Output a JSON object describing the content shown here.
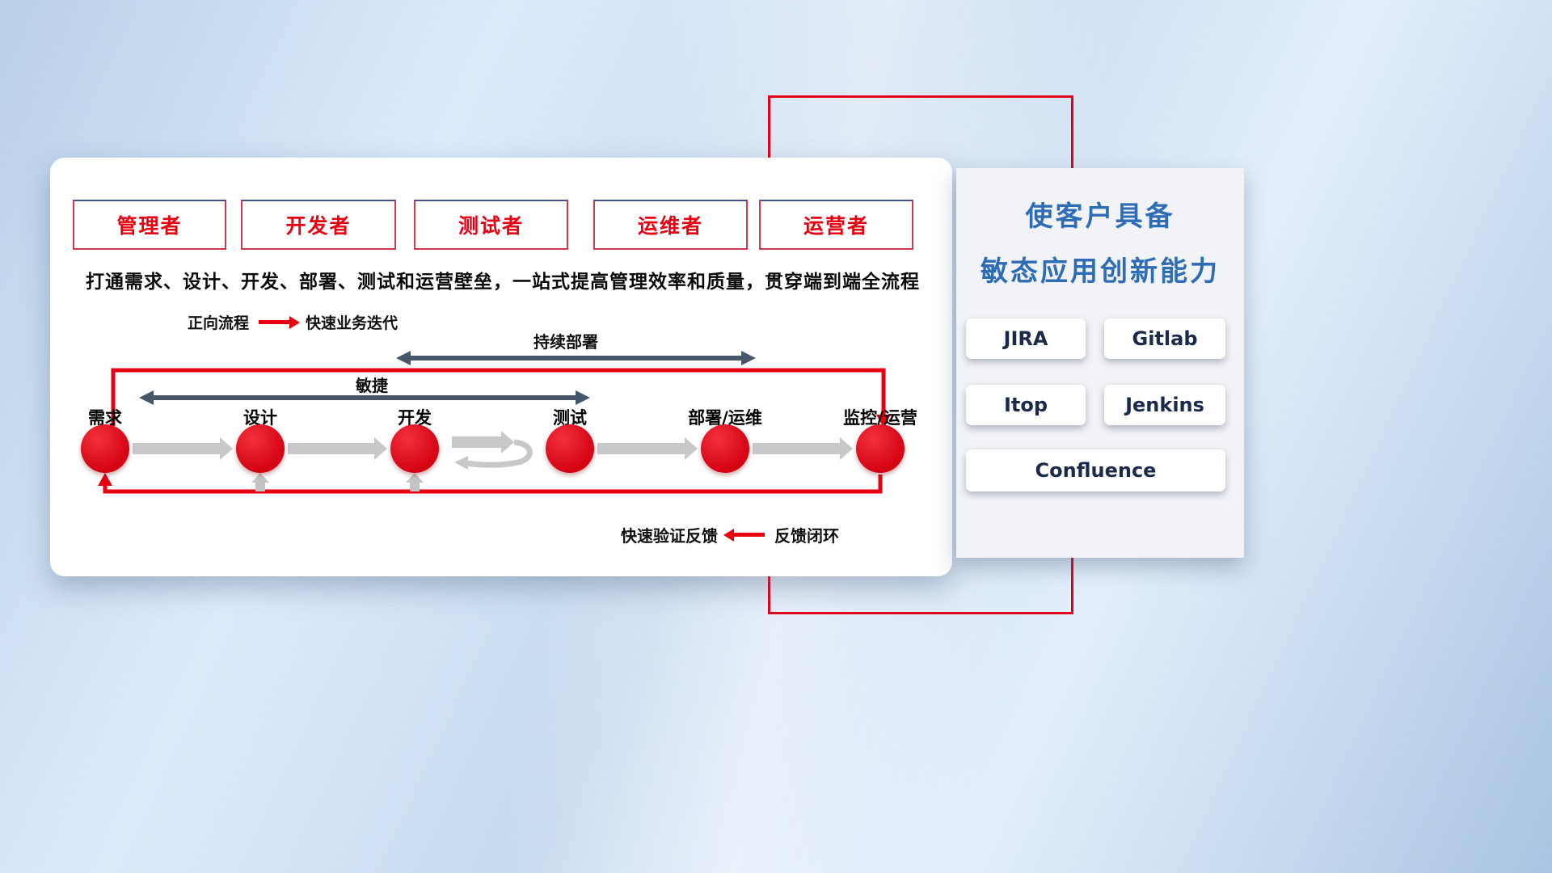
{
  "colors": {
    "accent_red": "#e60012",
    "title_blue": "#2e6cb5",
    "tool_navy": "#1b2a4a",
    "slate_arrow": "#46566b",
    "gray_arrow": "#c7c8ca"
  },
  "main_panel": {
    "roles": [
      {
        "label": "管理者"
      },
      {
        "label": "开发者"
      },
      {
        "label": "测试者"
      },
      {
        "label": "运维者"
      },
      {
        "label": "运营者"
      }
    ],
    "description": "打通需求、设计、开发、部署、测试和运营壁垒，一站式提高管理效率和质量，贯穿端到端全流程",
    "forward_legend": {
      "label": "正向流程",
      "value": "快速业务迭代",
      "icon": "red-right-arrow"
    },
    "feedback_legend": {
      "label": "快速验证反馈",
      "value": "反馈闭环",
      "icon": "red-left-arrow"
    },
    "span_labels": {
      "continuous_deploy": "持续部署",
      "agile": "敏捷"
    },
    "stages": [
      {
        "label": "需求"
      },
      {
        "label": "设计"
      },
      {
        "label": "开发"
      },
      {
        "label": "测试"
      },
      {
        "label": "部署/运维"
      },
      {
        "label": "监控/运营"
      }
    ]
  },
  "right_panel": {
    "title_line1": "使客户具备",
    "title_line2": "敏态应用创新能力",
    "tools": [
      {
        "label": "JIRA"
      },
      {
        "label": "Gitlab"
      },
      {
        "label": "Itop"
      },
      {
        "label": "Jenkins"
      },
      {
        "label": "Confluence"
      }
    ]
  }
}
